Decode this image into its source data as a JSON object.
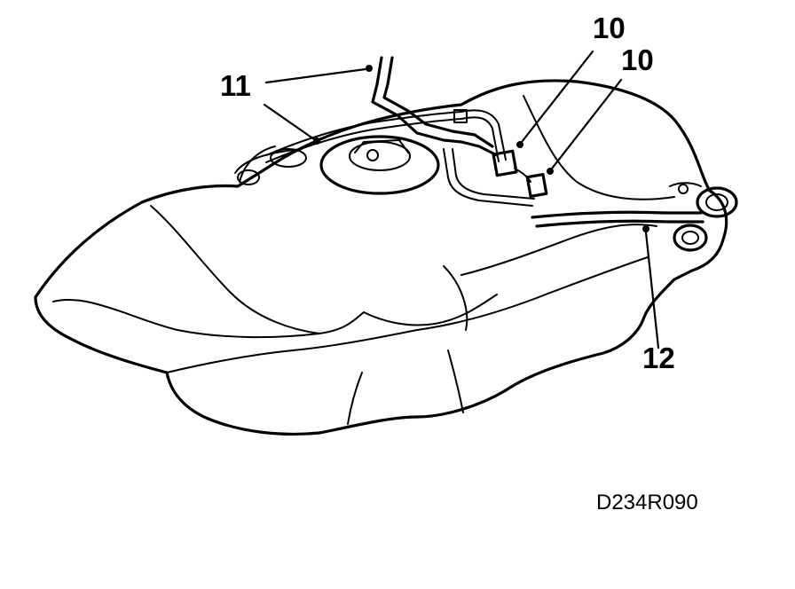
{
  "diagram": {
    "callouts": {
      "c11": "11",
      "c10a": "10",
      "c10b": "10",
      "c12": "12"
    },
    "reference_code": "D234R090"
  }
}
